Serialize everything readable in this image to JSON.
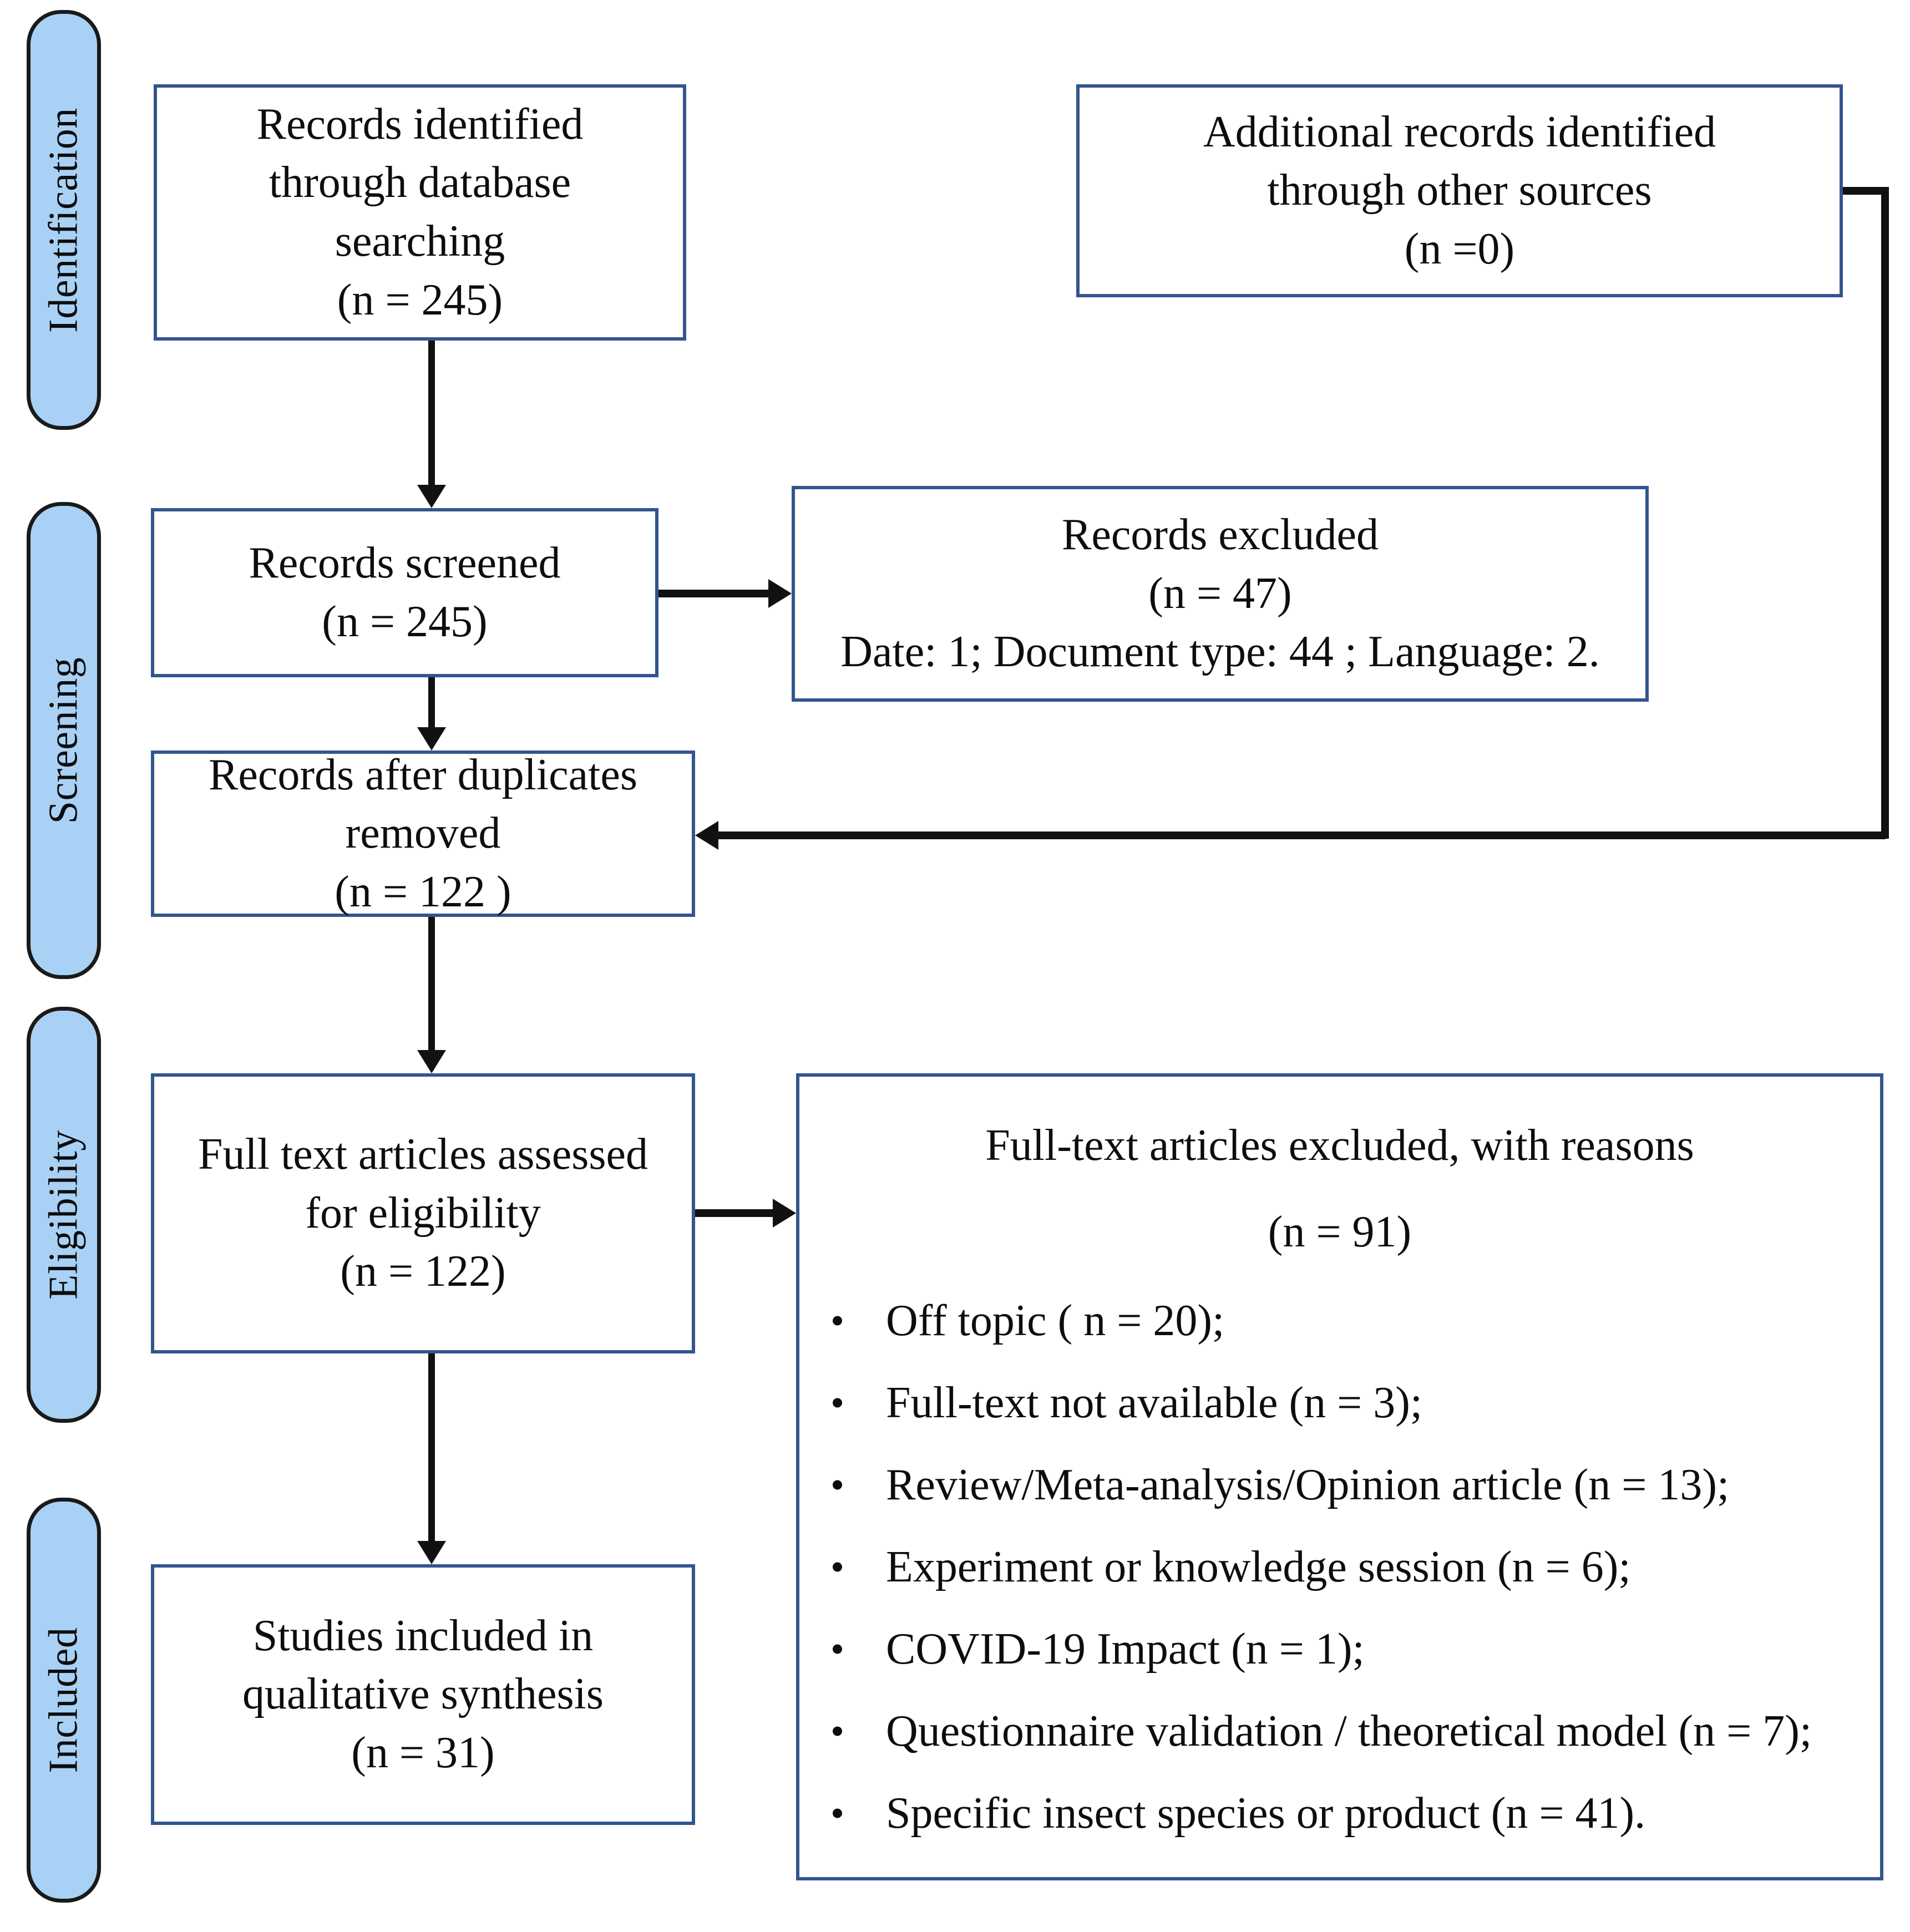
{
  "diagram": {
    "type": "prisma-flow-diagram",
    "colors": {
      "box_border": "#32558f",
      "stage_fill": "#a9d1f5",
      "stage_border": "#1a1a1a",
      "connector": "#111111",
      "text": "#0d0d0d",
      "background": "#ffffff"
    }
  },
  "stages": [
    {
      "id": "identification",
      "label": "Identification"
    },
    {
      "id": "screening",
      "label": "Screening"
    },
    {
      "id": "eligibility",
      "label": "Eligibility"
    },
    {
      "id": "included",
      "label": "Included"
    }
  ],
  "boxes": {
    "records_identified": {
      "lines": [
        "Records identified",
        "through database",
        "searching",
        "(n = 245)"
      ]
    },
    "additional_records": {
      "lines": [
        "Additional records identified",
        "through other sources",
        "(n =0)"
      ]
    },
    "records_screened": {
      "lines": [
        "Records screened",
        "(n = 245)"
      ]
    },
    "records_excluded": {
      "lines": [
        "Records excluded",
        "(n = 47)",
        "Date: 1; Document type: 44 ; Language: 2."
      ]
    },
    "records_after_duplicates": {
      "lines": [
        "Records after duplicates",
        "removed",
        "(n = 122 )"
      ]
    },
    "full_text_assessed": {
      "lines": [
        "Full text articles assessed",
        "for eligibility",
        "(n = 122)"
      ]
    },
    "studies_included": {
      "lines": [
        "Studies included in",
        "qualitative synthesis",
        "(n = 31)"
      ]
    },
    "full_text_excluded": {
      "title": "Full-text articles excluded, with reasons",
      "count": "(n = 91)",
      "reasons": [
        "Off topic ( n = 20);",
        "Full-text not available (n = 3);",
        "Review/Meta-analysis/Opinion article (n = 13);",
        "Experiment or knowledge session (n = 6);",
        "COVID-19 Impact (n = 1);",
        "Questionnaire validation / theoretical model (n = 7);",
        "Specific insect species or product (n = 41)."
      ]
    }
  }
}
